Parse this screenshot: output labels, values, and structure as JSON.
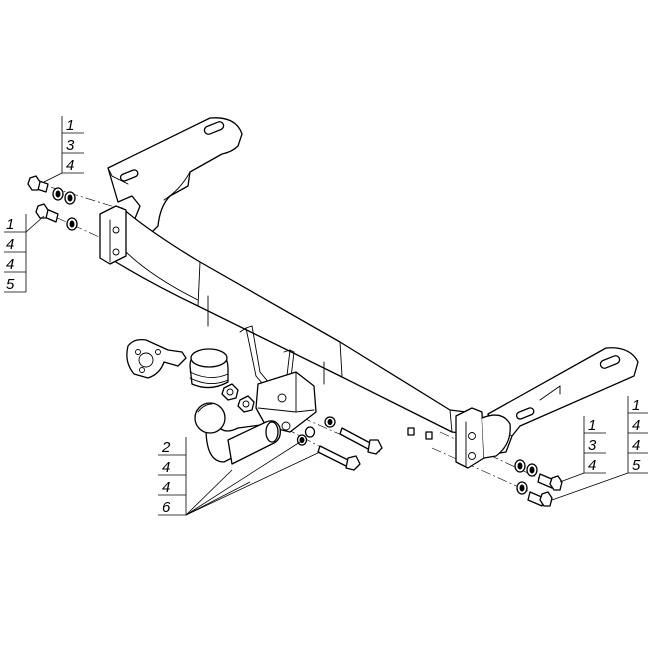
{
  "callouts": {
    "top_left_bolt": [
      "1",
      "3",
      "4"
    ],
    "left_bolt": [
      "1",
      "4",
      "4",
      "5"
    ],
    "ball_group": [
      "2",
      "4",
      "4",
      "6"
    ],
    "right_upper_bolt": [
      "1",
      "3",
      "4"
    ],
    "right_lower_bolt": [
      "1",
      "4",
      "4",
      "5"
    ]
  },
  "colors": {
    "line": "#000000",
    "background": "#ffffff"
  }
}
